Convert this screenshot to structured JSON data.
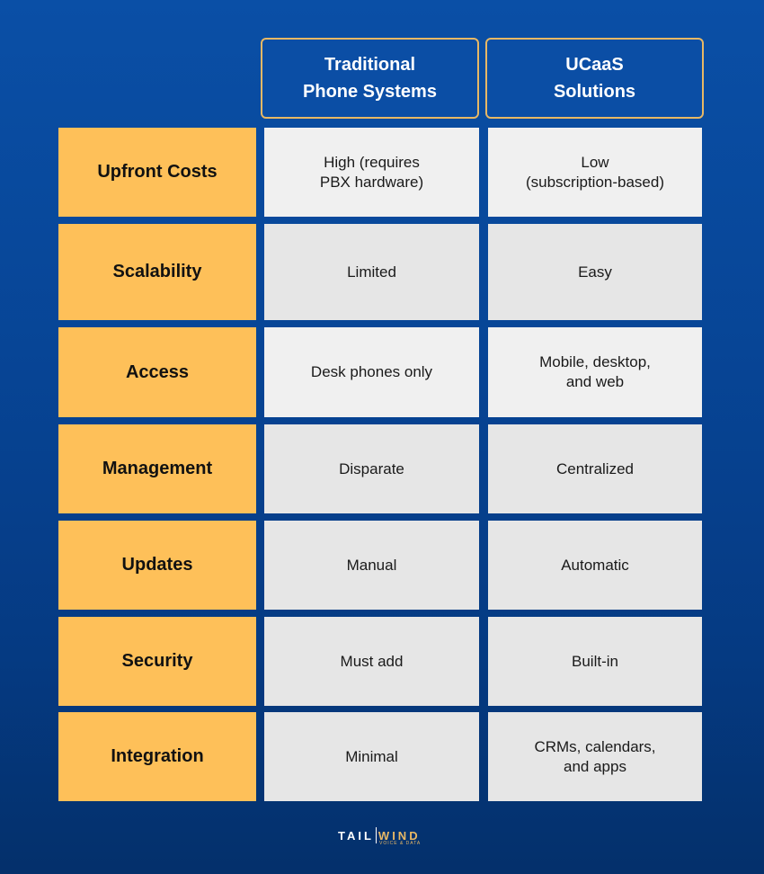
{
  "header": {
    "col1": "Traditional\nPhone Systems",
    "col2": "UCaaS\nSolutions"
  },
  "rows": [
    {
      "label": "Upfront Costs",
      "traditional": "High (requires\nPBX hardware)",
      "ucaas": "Low\n(subscription-based)"
    },
    {
      "label": "Scalability",
      "traditional": "Limited",
      "ucaas": "Easy"
    },
    {
      "label": "Access",
      "traditional": "Desk phones only",
      "ucaas": "Mobile, desktop,\nand web"
    },
    {
      "label": "Management",
      "traditional": "Disparate",
      "ucaas": "Centralized"
    },
    {
      "label": "Updates",
      "traditional": "Manual",
      "ucaas": "Automatic"
    },
    {
      "label": "Security",
      "traditional": "Must add",
      "ucaas": "Built-in"
    },
    {
      "label": "Integration",
      "traditional": "Minimal",
      "ucaas": "CRMs, calendars,\nand apps"
    }
  ],
  "logo": {
    "part1": "TAIL",
    "part2": "WIND",
    "tagline": "VOICE & DATA"
  },
  "colors": {
    "background": "#0a4fa6",
    "label_fill": "#fec059",
    "header_border": "#e8b865"
  }
}
